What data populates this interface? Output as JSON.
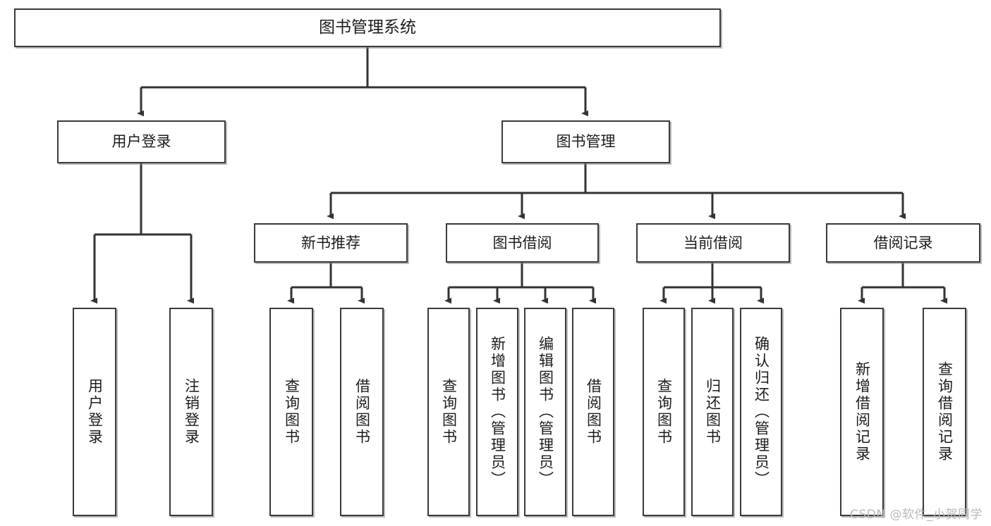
{
  "diagram": {
    "title": "图书管理系统",
    "watermark": "CSDN @软件_小贺同学",
    "colors": {
      "background": "#ffffff",
      "box_border": "#3a3a3a",
      "box_fill": "#ffffff",
      "connector": "#333333",
      "text": "#1c1c1c",
      "watermark": "#b9b9b9"
    },
    "root": {
      "label": "图书管理系统"
    },
    "level2": [
      {
        "id": "user-login",
        "label": "用户登录"
      },
      {
        "id": "book-manage",
        "label": "图书管理"
      }
    ],
    "level3": [
      {
        "id": "new-book-recommend",
        "label": "新书推荐"
      },
      {
        "id": "book-borrow",
        "label": "图书借阅"
      },
      {
        "id": "current-borrow",
        "label": "当前借阅"
      },
      {
        "id": "borrow-record",
        "label": "借阅记录"
      }
    ],
    "leaves": {
      "user-login": [
        {
          "id": "leaf-user-login",
          "label": "用户登录"
        },
        {
          "id": "leaf-user-logout",
          "label": "注销登录"
        }
      ],
      "new-book-recommend": [
        {
          "id": "leaf-query-book-1",
          "label": "查询图书"
        },
        {
          "id": "leaf-borrow-book-1",
          "label": "借阅图书"
        }
      ],
      "book-borrow": [
        {
          "id": "leaf-query-book-2",
          "label": "查询图书"
        },
        {
          "id": "leaf-add-book",
          "label": "新增图书（管理员）"
        },
        {
          "id": "leaf-edit-book",
          "label": "编辑图书（管理员）"
        },
        {
          "id": "leaf-borrow-book-2",
          "label": "借阅图书"
        }
      ],
      "current-borrow": [
        {
          "id": "leaf-query-book-3",
          "label": "查询图书"
        },
        {
          "id": "leaf-return-book",
          "label": "归还图书"
        },
        {
          "id": "leaf-confirm-return",
          "label": "确认归还（管理员）"
        }
      ],
      "borrow-record": [
        {
          "id": "leaf-add-record",
          "label": "新增借阅记录"
        },
        {
          "id": "leaf-query-record",
          "label": "查询借阅记录"
        }
      ]
    }
  }
}
